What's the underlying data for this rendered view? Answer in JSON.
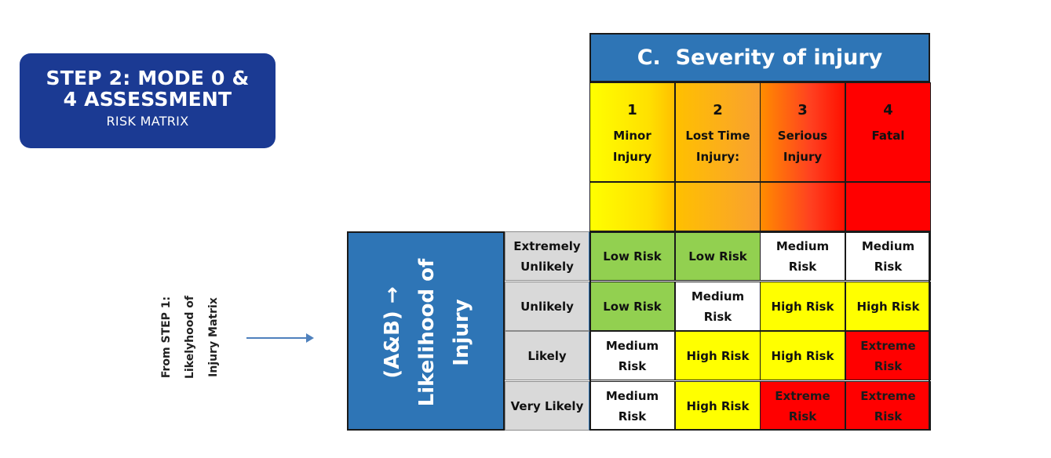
{
  "step": {
    "title": "STEP 2: MODE 0 & 4 ASSESSMENT",
    "subtitle": "RISK MATRIX"
  },
  "side_note": "From STEP 1:\nLikelyhood of\nInjury Matrix",
  "severity_header": "C.  Severity of injury",
  "severity": [
    {
      "num": "1",
      "label": "Minor Injury"
    },
    {
      "num": "2",
      "label": "Lost Time Injury:"
    },
    {
      "num": "3",
      "label": "Serious Injury"
    },
    {
      "num": "4",
      "label": "Fatal"
    }
  ],
  "likelihood_header": "(A&B) →\nLikelihood of\nInjury",
  "likelihood": [
    "Extremely Unlikely",
    "Unlikely",
    "Likely",
    "Very Likely"
  ],
  "matrix": [
    [
      {
        "text": "Low Risk",
        "level": "low"
      },
      {
        "text": "Low Risk",
        "level": "low"
      },
      {
        "text": "Medium Risk",
        "level": "medium"
      },
      {
        "text": "Medium Risk",
        "level": "medium"
      }
    ],
    [
      {
        "text": "Low Risk",
        "level": "low"
      },
      {
        "text": "Medium Risk",
        "level": "medium"
      },
      {
        "text": "High Risk",
        "level": "high"
      },
      {
        "text": "High Risk",
        "level": "high"
      }
    ],
    [
      {
        "text": "Medium Risk",
        "level": "medium"
      },
      {
        "text": "High Risk",
        "level": "high"
      },
      {
        "text": "High Risk",
        "level": "high"
      },
      {
        "text": "Extreme Risk",
        "level": "extreme"
      }
    ],
    [
      {
        "text": "Medium Risk",
        "level": "medium"
      },
      {
        "text": "High Risk",
        "level": "high"
      },
      {
        "text": "Extreme Risk",
        "level": "extreme"
      },
      {
        "text": "Extreme Risk",
        "level": "extreme"
      }
    ]
  ],
  "colors": {
    "badge": "#1b3a93",
    "header_blue": "#2e75b6",
    "low": "#92d050",
    "medium": "#ffffff",
    "high": "#ffff00",
    "extreme": "#ff0000",
    "label_gray": "#d9d9d9"
  },
  "icons": {
    "arrow": "arrow-right-icon"
  }
}
